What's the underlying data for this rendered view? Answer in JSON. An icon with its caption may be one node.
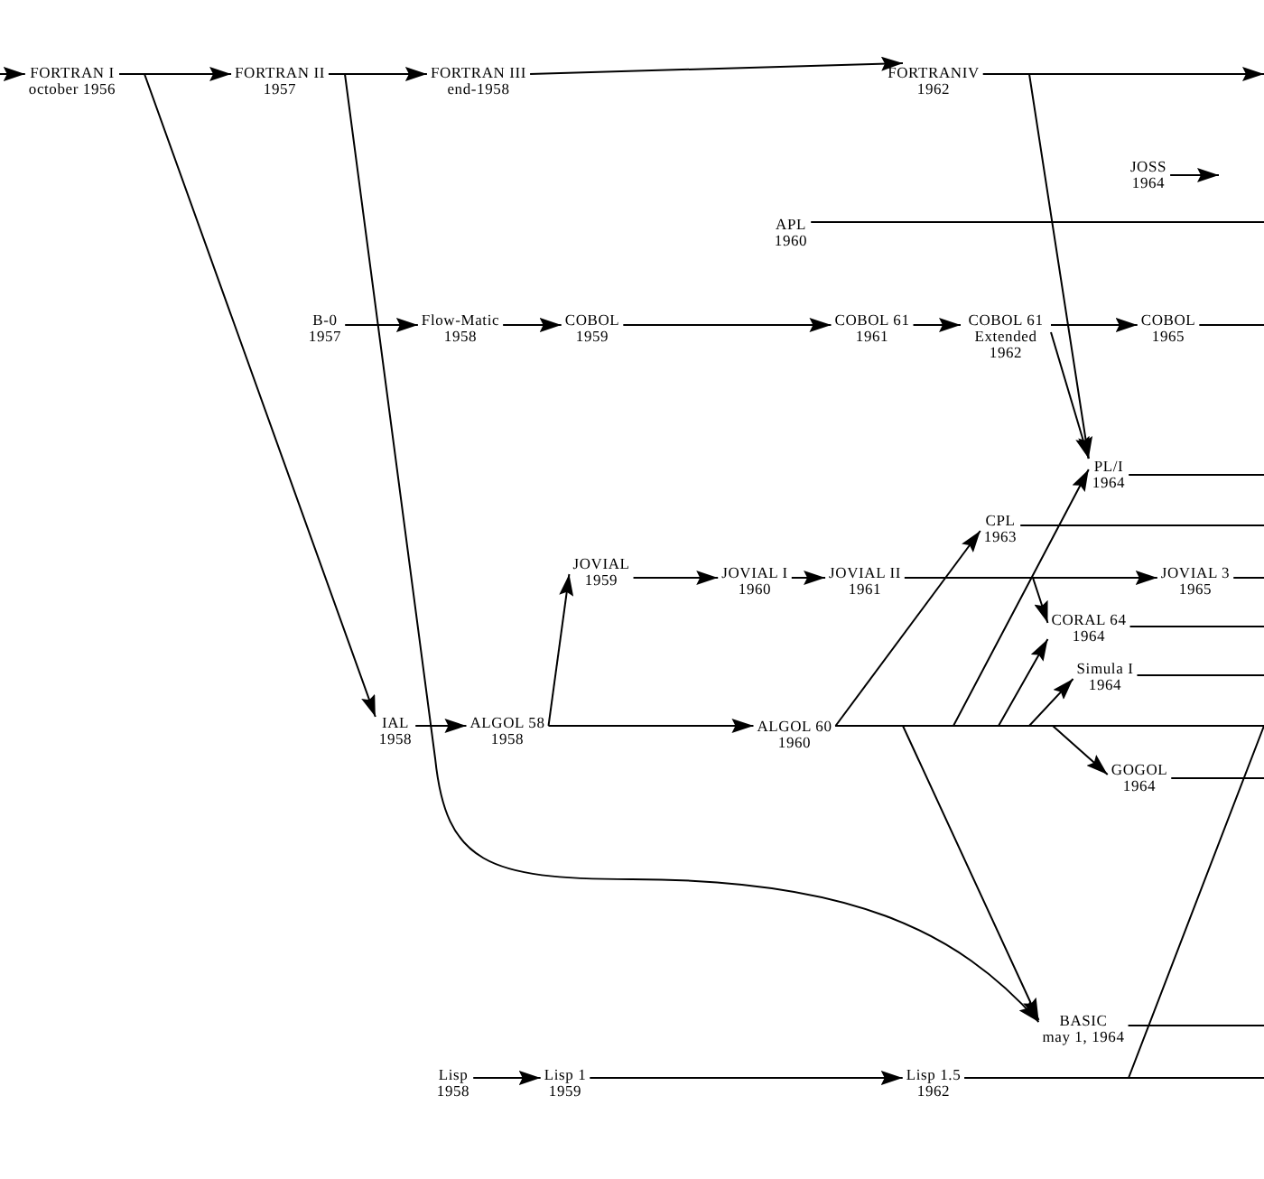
{
  "diagram": {
    "nodes": [
      {
        "text": [
          "FORTRAN I",
          "october 1956"
        ]
      },
      {
        "text": [
          "FORTRAN II",
          "1957"
        ]
      },
      {
        "text": [
          "FORTRAN III",
          "end-1958"
        ]
      },
      {
        "text": [
          "FORTRANIV",
          "1962"
        ]
      },
      {
        "text": [
          "JOSS",
          "1964"
        ]
      },
      {
        "text": [
          "APL",
          "1960"
        ]
      },
      {
        "text": [
          "B-0",
          "1957"
        ]
      },
      {
        "text": [
          "Flow-Matic",
          "1958"
        ]
      },
      {
        "text": [
          "COBOL",
          "1959"
        ]
      },
      {
        "text": [
          "COBOL 61",
          "1961"
        ]
      },
      {
        "text": [
          "COBOL 61 Extended",
          "1962"
        ]
      },
      {
        "text": [
          "COBOL",
          "1965"
        ]
      },
      {
        "text": [
          "PL/I",
          "1964"
        ]
      },
      {
        "text": [
          "JOVIAL",
          "1959"
        ]
      },
      {
        "text": [
          "JOVIAL I",
          "1960"
        ]
      },
      {
        "text": [
          "JOVIAL II",
          "1961"
        ]
      },
      {
        "text": [
          "CPL",
          "1963"
        ]
      },
      {
        "text": [
          "JOVIAL 3",
          "1965"
        ]
      },
      {
        "text": [
          "CORAL 64",
          "1964"
        ]
      },
      {
        "text": [
          "IAL",
          "1958"
        ]
      },
      {
        "text": [
          "ALGOL 58",
          "1958"
        ]
      },
      {
        "text": [
          "ALGOL 60",
          "1960"
        ]
      },
      {
        "text": [
          "Simula I",
          "1964"
        ]
      },
      {
        "text": [
          "GOGOL",
          "1964"
        ]
      },
      {
        "text": [
          "BASIC",
          "may 1, 1964"
        ]
      },
      {
        "text": [
          "Lisp",
          "1958"
        ]
      },
      {
        "text": [
          "Lisp 1",
          "1959"
        ]
      },
      {
        "text": [
          "Lisp 1.5",
          "1962"
        ]
      }
    ],
    "edges": [
      {
        "from": null,
        "to": 0,
        "arrow": "to"
      },
      {
        "from": 0,
        "to": 1,
        "arrow": "to"
      },
      {
        "from": 1,
        "to": 2,
        "arrow": "to"
      },
      {
        "from": 2,
        "to": 3,
        "arrow": "to"
      },
      {
        "from": 3,
        "to": null,
        "arrow": "to"
      },
      {
        "from": 0,
        "to": 19,
        "arrow": "to"
      },
      {
        "from": 1,
        "to": 24,
        "arrow": "to"
      },
      {
        "from": 3,
        "to": 12,
        "arrow": "to"
      },
      {
        "from": 4,
        "to": null,
        "arrow": "to"
      },
      {
        "from": 5,
        "to": null,
        "arrow": "none"
      },
      {
        "from": 6,
        "to": 7,
        "arrow": "to"
      },
      {
        "from": 7,
        "to": 8,
        "arrow": "to"
      },
      {
        "from": 8,
        "to": 9,
        "arrow": "to"
      },
      {
        "from": 9,
        "to": 10,
        "arrow": "to"
      },
      {
        "from": 10,
        "to": 11,
        "arrow": "to"
      },
      {
        "from": 10,
        "to": 12,
        "arrow": "to"
      },
      {
        "from": 11,
        "to": null,
        "arrow": "none"
      },
      {
        "from": 12,
        "to": null,
        "arrow": "none"
      },
      {
        "from": 13,
        "to": 14,
        "arrow": "to"
      },
      {
        "from": 14,
        "to": 15,
        "arrow": "to"
      },
      {
        "from": 15,
        "to": 17,
        "arrow": "to"
      },
      {
        "from": 15,
        "to": 18,
        "arrow": "to"
      },
      {
        "from": 16,
        "to": null,
        "arrow": "none"
      },
      {
        "from": 17,
        "to": null,
        "arrow": "none"
      },
      {
        "from": 18,
        "to": null,
        "arrow": "none"
      },
      {
        "from": 19,
        "to": 20,
        "arrow": "to"
      },
      {
        "from": 20,
        "to": 13,
        "arrow": "to"
      },
      {
        "from": 20,
        "to": 21,
        "arrow": "to"
      },
      {
        "from": 21,
        "to": 16,
        "arrow": "to"
      },
      {
        "from": 21,
        "to": 12,
        "arrow": "to"
      },
      {
        "from": 21,
        "to": 18,
        "arrow": "to"
      },
      {
        "from": 21,
        "to": 22,
        "arrow": "to"
      },
      {
        "from": 21,
        "to": 23,
        "arrow": "to"
      },
      {
        "from": 21,
        "to": 24,
        "arrow": "to"
      },
      {
        "from": 21,
        "to": null,
        "arrow": "none"
      },
      {
        "from": 22,
        "to": null,
        "arrow": "none"
      },
      {
        "from": 23,
        "to": null,
        "arrow": "none"
      },
      {
        "from": 24,
        "to": null,
        "arrow": "none"
      },
      {
        "from": 25,
        "to": 26,
        "arrow": "to"
      },
      {
        "from": 26,
        "to": 27,
        "arrow": "to"
      },
      {
        "from": 27,
        "to": null,
        "arrow": "none"
      },
      {
        "from": 27,
        "to": null,
        "arrow": "none"
      }
    ]
  }
}
